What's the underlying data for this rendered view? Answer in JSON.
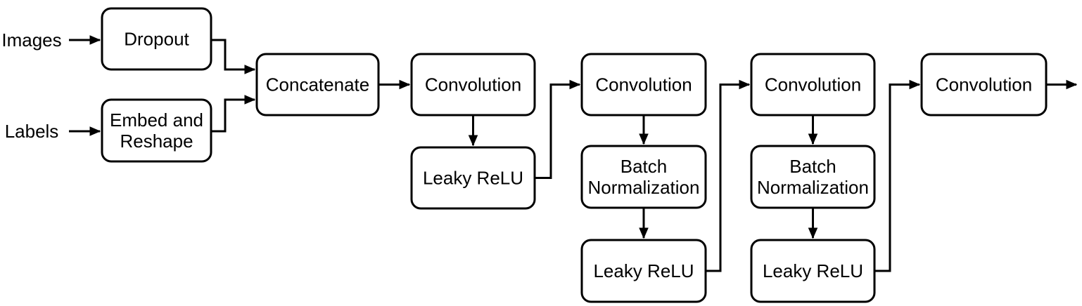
{
  "diagram": {
    "title": "Discriminator network architecture flowchart",
    "type": "flowchart",
    "theme": {
      "background_color": "#ffffff",
      "node_fill_color": "#ffffff",
      "node_border_color": "#000000",
      "edge_color": "#000000",
      "text_color": "#000000"
    }
  },
  "inputs": [
    {
      "id": "images",
      "label": "Images"
    },
    {
      "id": "labels",
      "label": "Labels"
    }
  ],
  "nodes": [
    {
      "id": "dropout",
      "lines": [
        "Dropout"
      ]
    },
    {
      "id": "embed-and-reshape",
      "lines": [
        "Embed and",
        "Reshape"
      ]
    },
    {
      "id": "concatenate",
      "lines": [
        "Concatenate"
      ]
    },
    {
      "id": "convolution-1",
      "lines": [
        "Convolution"
      ]
    },
    {
      "id": "leaky-relu-1",
      "lines": [
        "Leaky ReLU"
      ]
    },
    {
      "id": "convolution-2",
      "lines": [
        "Convolution"
      ]
    },
    {
      "id": "batch-normalization-1",
      "lines": [
        "Batch",
        "Normalization"
      ]
    },
    {
      "id": "leaky-relu-2",
      "lines": [
        "Leaky ReLU"
      ]
    },
    {
      "id": "convolution-3",
      "lines": [
        "Convolution"
      ]
    },
    {
      "id": "batch-normalization-2",
      "lines": [
        "Batch",
        "Normalization"
      ]
    },
    {
      "id": "leaky-relu-3",
      "lines": [
        "Leaky ReLU"
      ]
    },
    {
      "id": "convolution-4",
      "lines": [
        "Convolution"
      ]
    }
  ],
  "edges": [
    {
      "from": "images",
      "to": "dropout"
    },
    {
      "from": "labels",
      "to": "embed-and-reshape"
    },
    {
      "from": "dropout",
      "to": "concatenate"
    },
    {
      "from": "embed-and-reshape",
      "to": "concatenate"
    },
    {
      "from": "concatenate",
      "to": "convolution-1"
    },
    {
      "from": "convolution-1",
      "to": "leaky-relu-1"
    },
    {
      "from": "leaky-relu-1",
      "to": "convolution-2"
    },
    {
      "from": "convolution-2",
      "to": "batch-normalization-1"
    },
    {
      "from": "batch-normalization-1",
      "to": "leaky-relu-2"
    },
    {
      "from": "leaky-relu-2",
      "to": "convolution-3"
    },
    {
      "from": "convolution-3",
      "to": "batch-normalization-2"
    },
    {
      "from": "batch-normalization-2",
      "to": "leaky-relu-3"
    },
    {
      "from": "leaky-relu-3",
      "to": "convolution-4"
    },
    {
      "from": "convolution-4",
      "to": "output"
    }
  ]
}
